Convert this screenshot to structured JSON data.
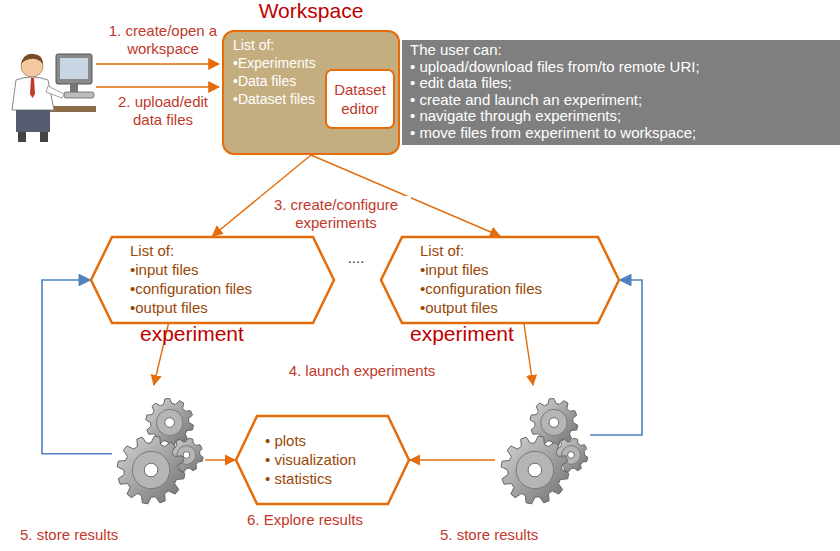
{
  "diagram": {
    "nodes": [
      {
        "text": [
          "Workspace",
          "List of:",
          "•Experiments",
          "•Data files",
          "•Dataset files"
        ]
      },
      {
        "text": [
          "Dataset editor"
        ],
        "in": 0
      },
      {
        "text": [
          "The user can:",
          "• upload/download files from/to remote URI;",
          "• edit data files;",
          "• create and launch an experiment;",
          "• navigate through experiments;",
          "• move files from experiment to workspace;"
        ]
      },
      {
        "text": [
          "List of:",
          "•input files",
          "•configuration files",
          "•output files",
          "experiment"
        ]
      },
      {
        "text": [
          "List of:",
          "•input files",
          "•configuration files",
          "•output files",
          "experiment"
        ]
      },
      {
        "text": [
          "5. store results"
        ]
      },
      {
        "text": [
          "• plots",
          "• visualization",
          "• statistics",
          "6. Explore results"
        ]
      },
      {
        "text": [
          "5. store results"
        ]
      }
    ],
    "edges": [
      {
        "from": 0,
        "to": 3,
        "arrow": "to"
      },
      {
        "from": 0,
        "to": 4,
        "arrow": "to"
      },
      {
        "from": 3,
        "to": 5,
        "arrow": "to"
      },
      {
        "from": 4,
        "to": 7,
        "arrow": "to"
      },
      {
        "from": 5,
        "to": 6,
        "arrow": "to"
      },
      {
        "from": 7,
        "to": 6,
        "arrow": "to"
      },
      {
        "from": 5,
        "to": 3,
        "arrow": "to"
      },
      {
        "from": 7,
        "to": 4,
        "arrow": "to"
      }
    ],
    "labels": [
      "1. create/open a workspace",
      "2. upload/edit data files",
      "3. create/configure experiments",
      "....",
      "4. launch experiments"
    ]
  }
}
